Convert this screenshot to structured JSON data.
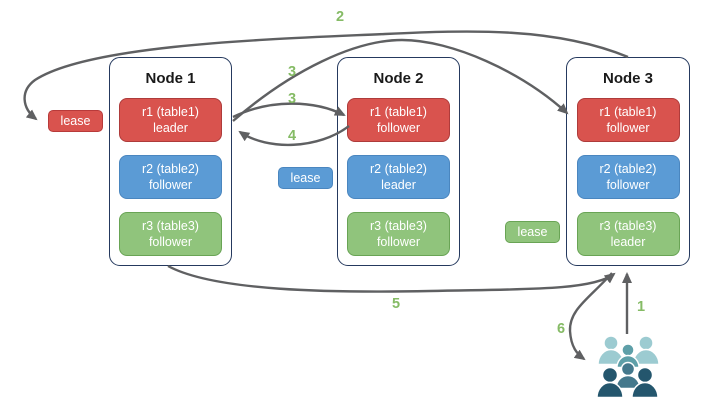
{
  "nodes": [
    {
      "title": "Node 1",
      "replicas": [
        {
          "name": "r1 (table1)",
          "role": "leader",
          "color": "#d9534e"
        },
        {
          "name": "r2 (table2)",
          "role": "follower",
          "color": "#5b9bd5"
        },
        {
          "name": "r3 (table3)",
          "role": "follower",
          "color": "#90c47c"
        }
      ]
    },
    {
      "title": "Node 2",
      "replicas": [
        {
          "name": "r1 (table1)",
          "role": "follower",
          "color": "#d9534e"
        },
        {
          "name": "r2 (table2)",
          "role": "leader",
          "color": "#5b9bd5"
        },
        {
          "name": "r3 (table3)",
          "role": "follower",
          "color": "#90c47c"
        }
      ]
    },
    {
      "title": "Node 3",
      "replicas": [
        {
          "name": "r1 (table1)",
          "role": "follower",
          "color": "#d9534e"
        },
        {
          "name": "r2 (table2)",
          "role": "follower",
          "color": "#5b9bd5"
        },
        {
          "name": "r3 (table3)",
          "role": "leader",
          "color": "#90c47c"
        }
      ]
    }
  ],
  "leases": [
    {
      "label": "lease",
      "color": "#d9534e",
      "near": "Node 1 r1 leader"
    },
    {
      "label": "lease",
      "color": "#5b9bd5",
      "near": "Node 2 r2 leader"
    },
    {
      "label": "lease",
      "color": "#90c47c",
      "near": "Node 3 r3 leader"
    }
  ],
  "steps": [
    {
      "label": "2"
    },
    {
      "label": "3"
    },
    {
      "label": "3"
    },
    {
      "label": "4"
    },
    {
      "label": "5"
    },
    {
      "label": "1"
    },
    {
      "label": "6"
    }
  ],
  "icons": {
    "users": "users-group-icon"
  },
  "colors": {
    "red": "#d9534e",
    "blue": "#5b9bd5",
    "green": "#90c47c",
    "node_border": "#25395e",
    "arrow": "#5f6062",
    "step_label": "#85bb65",
    "users_light": "#9ccbd1",
    "users_mid": "#5e9fa8",
    "users_middark": "#44788c",
    "users_dark": "#24566d"
  }
}
